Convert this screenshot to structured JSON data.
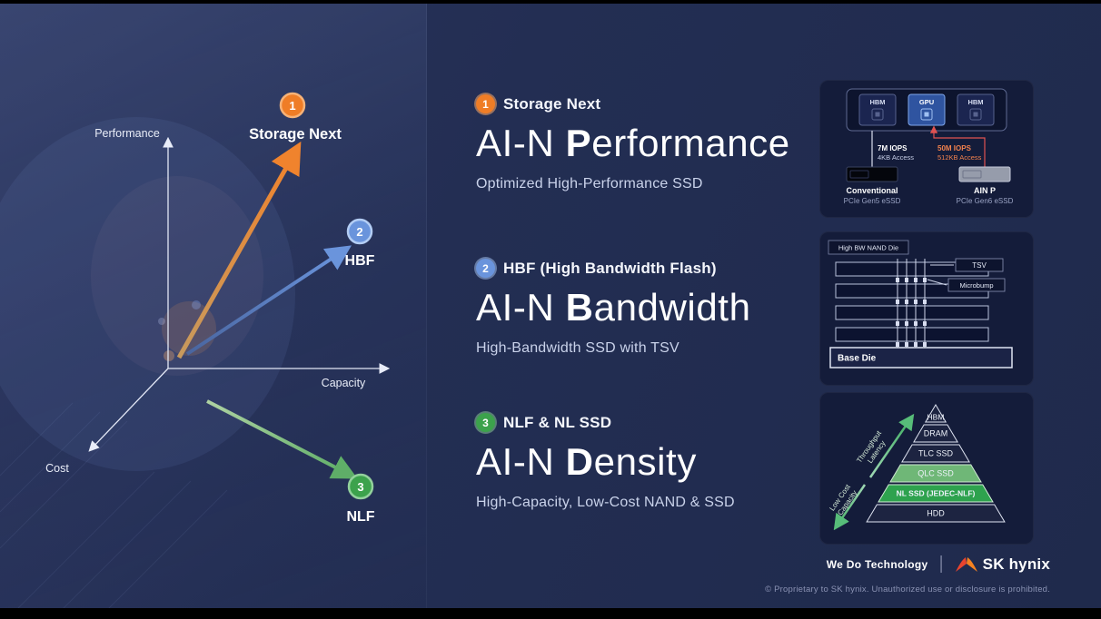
{
  "chart": {
    "y_axis": "Performance",
    "x_axis": "Capacity",
    "z_axis": "Cost",
    "point1_num": "1",
    "point1_label": "Storage Next",
    "point2_num": "2",
    "point2_label": "HBF",
    "point3_num": "3",
    "point3_label": "NLF"
  },
  "sections": [
    {
      "num": "1",
      "heading": "Storage Next",
      "prefix": "AI-N ",
      "bold": "P",
      "rest": "erformance",
      "subtitle": "Optimized High-Performance SSD"
    },
    {
      "num": "2",
      "heading": "HBF (High Bandwidth Flash)",
      "prefix": "AI-N ",
      "bold": "B",
      "rest": "andwidth",
      "subtitle": "High-Bandwidth SSD with TSV"
    },
    {
      "num": "3",
      "heading": "NLF & NL SSD",
      "prefix": "AI-N ",
      "bold": "D",
      "rest": "ensity",
      "subtitle": "High-Capacity, Low-Cost NAND & SSD"
    }
  ],
  "panel_performance": {
    "chip_left": "HBM",
    "chip_mid": "GPU",
    "chip_right": "HBM",
    "metric_left_1": "7M IOPS",
    "metric_left_2": "4KB Access",
    "metric_right_1": "50M IOPS",
    "metric_right_2": "512KB Access",
    "ssd_left_name": "Conventional",
    "ssd_left_sub": "PCIe Gen5 eSSD",
    "ssd_right_name": "AIN P",
    "ssd_right_sub": "PCIe Gen6 eSSD"
  },
  "panel_bandwidth": {
    "die_label": "High BW NAND Die",
    "tsv_label": "TSV",
    "microbump_label": "Microbump",
    "base_label": "Base Die"
  },
  "panel_density": {
    "layers": [
      "HBM",
      "DRAM",
      "TLC SSD",
      "QLC SSD",
      "NL SSD (JEDEC-NLF)",
      "HDD"
    ],
    "arrow_up_1": "Throughput",
    "arrow_up_2": "Latency",
    "arrow_down_1": "Low Cost",
    "arrow_down_2": "Capacity"
  },
  "footer": {
    "slogan": "We Do Technology",
    "brand": "SK hynix",
    "copyright": "© Proprietary to SK hynix. Unauthorized use or disclosure is prohibited."
  },
  "colors": {
    "orange": "#ef7d26",
    "blue": "#6a94dc",
    "green": "#3ca24c",
    "slide_bg": "#232e53",
    "panel_bg": "#141c3a"
  }
}
